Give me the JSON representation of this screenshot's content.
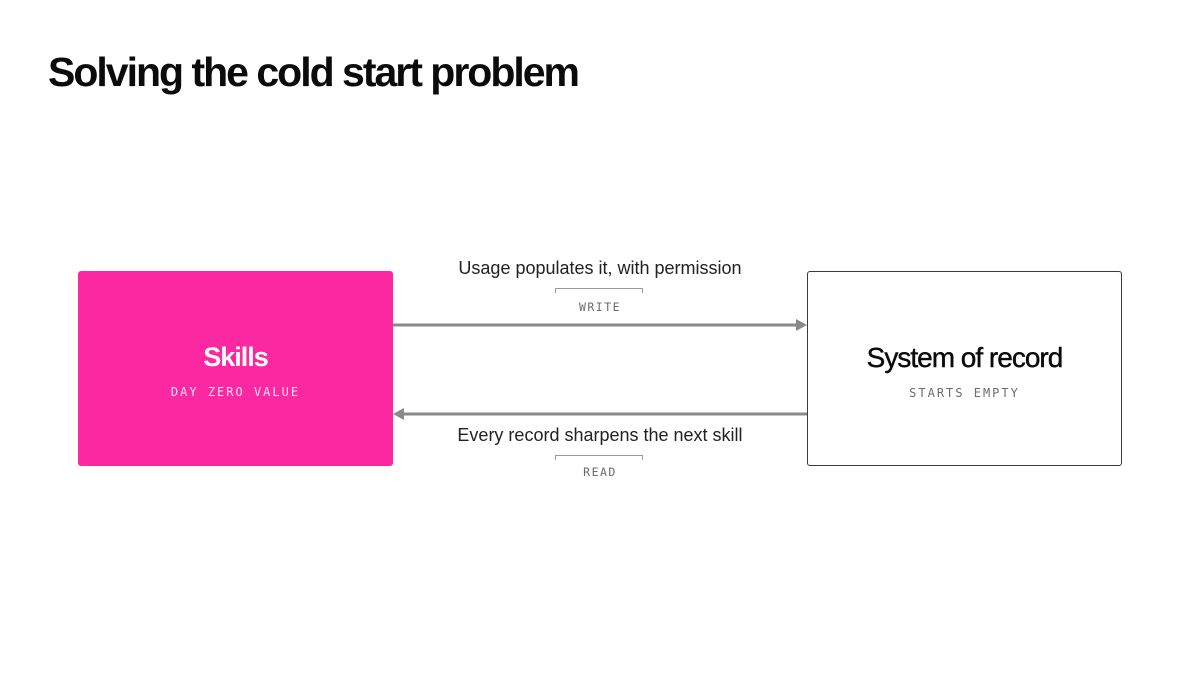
{
  "title": "Solving the cold start problem",
  "nodes": {
    "skills": {
      "title": "Skills",
      "subtitle": "DAY ZERO VALUE",
      "color": "#fc28a2"
    },
    "record": {
      "title": "System of record",
      "subtitle": "STARTS EMPTY"
    }
  },
  "edges": {
    "write": {
      "label": "Usage populates it, with permission",
      "tag": "WRITE",
      "from": "skills",
      "to": "record"
    },
    "read": {
      "label": "Every record sharpens the next skill",
      "tag": "READ",
      "from": "record",
      "to": "skills"
    }
  },
  "colors": {
    "arrow": "#8a8a8a",
    "title": "#0b0b0b"
  }
}
